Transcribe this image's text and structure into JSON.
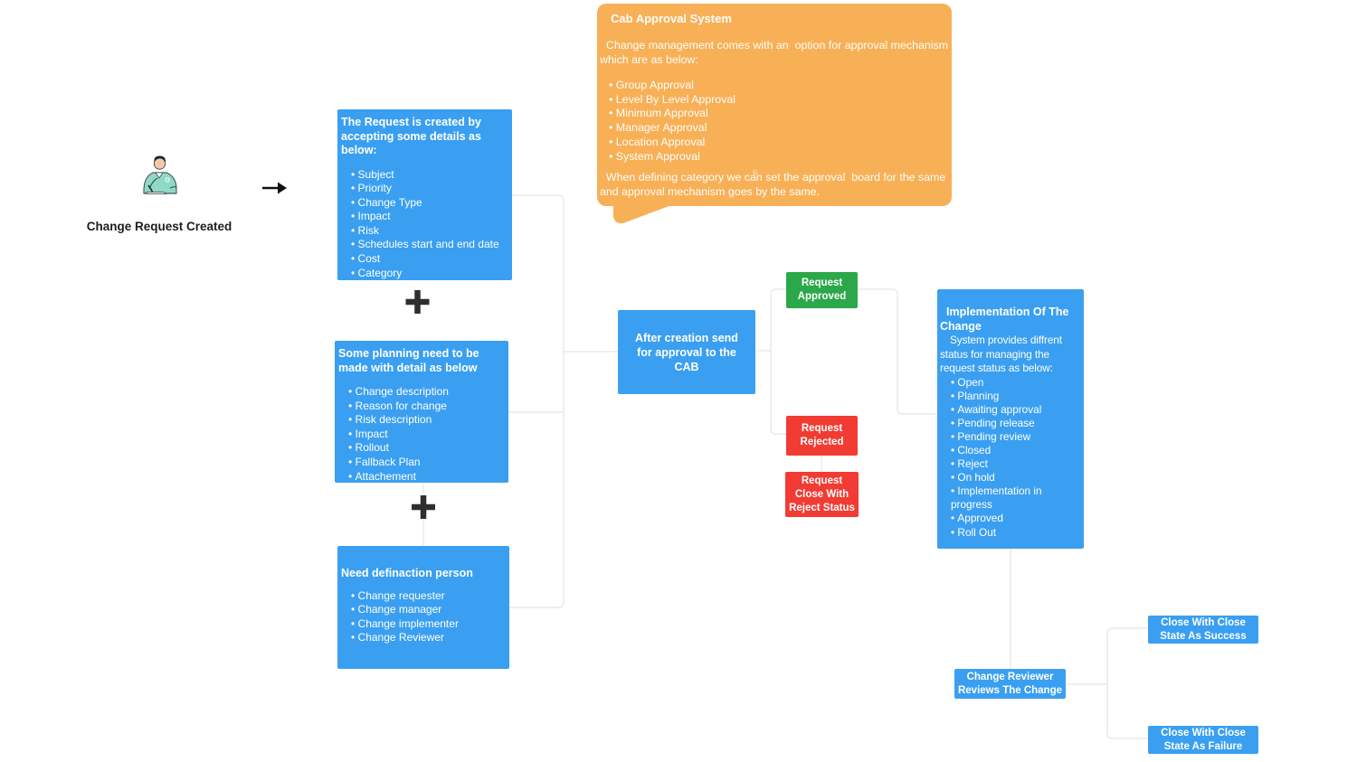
{
  "colors": {
    "node_blue": "#3A9FF1",
    "node_green": "#2BA84A",
    "node_red": "#F23B33",
    "note_orange": "#F8B057",
    "connector_gray": "#EAEAEA",
    "ink_black": "#232323"
  },
  "icons": {
    "start": "person-writing-illustration",
    "flow": "right-arrow",
    "combine": "plus"
  },
  "start": {
    "label": "Change Request Created"
  },
  "note": {
    "title": "Cab Approval System",
    "intro": "  Change management comes with an  option for approval mechanism which are as below:",
    "bullets": [
      "Group Approval",
      "Level By Level Approval",
      "Minimum Approval",
      "Manager Approval",
      "Location Approval",
      "System Approval"
    ],
    "copyright_mark": "©",
    "footer": "  When defining category we can set the approval  board for the same and approval mechanism goes by the same."
  },
  "box_request": {
    "title": "The Request is created by accepting some details as below:",
    "bullets": [
      "Subject",
      "Priority",
      "Change Type",
      "Impact",
      "Risk",
      "Schedules start and end date",
      "Cost",
      "Category"
    ]
  },
  "box_planning": {
    "title": "Some planning need to be made with detail as below",
    "bullets": [
      "Change description",
      "Reason for change",
      "Risk description",
      "Impact",
      "Rollout",
      "Fallback Plan",
      "Attachement"
    ]
  },
  "box_person": {
    "title": "Need definaction person",
    "bullets": [
      "Change requester",
      "Change manager",
      "Change implementer",
      "Change Reviewer"
    ]
  },
  "box_cab": {
    "label": "After creation send for approval to the CAB"
  },
  "box_approved": {
    "label": "Request Approved"
  },
  "box_rejected": {
    "label": "Request Rejected"
  },
  "box_close_reject": {
    "label": "Request Close With Reject Status"
  },
  "box_implementation": {
    "title": "Implementation Of The Change",
    "subtitle": "System provides diffrent status for managing the request status as below:",
    "bullets": [
      "Open",
      "Planning",
      "Awaiting approval",
      "Pending release",
      "Pending review",
      "Closed",
      "Reject",
      "On hold",
      "Implementation in progress",
      "Approved",
      "Roll Out"
    ]
  },
  "box_reviewer": {
    "label": "Change Reviewer Reviews The Change"
  },
  "box_close_success": {
    "label": "Close With Close State As Success"
  },
  "box_close_failure": {
    "label": "Close With Close State As Failure"
  }
}
